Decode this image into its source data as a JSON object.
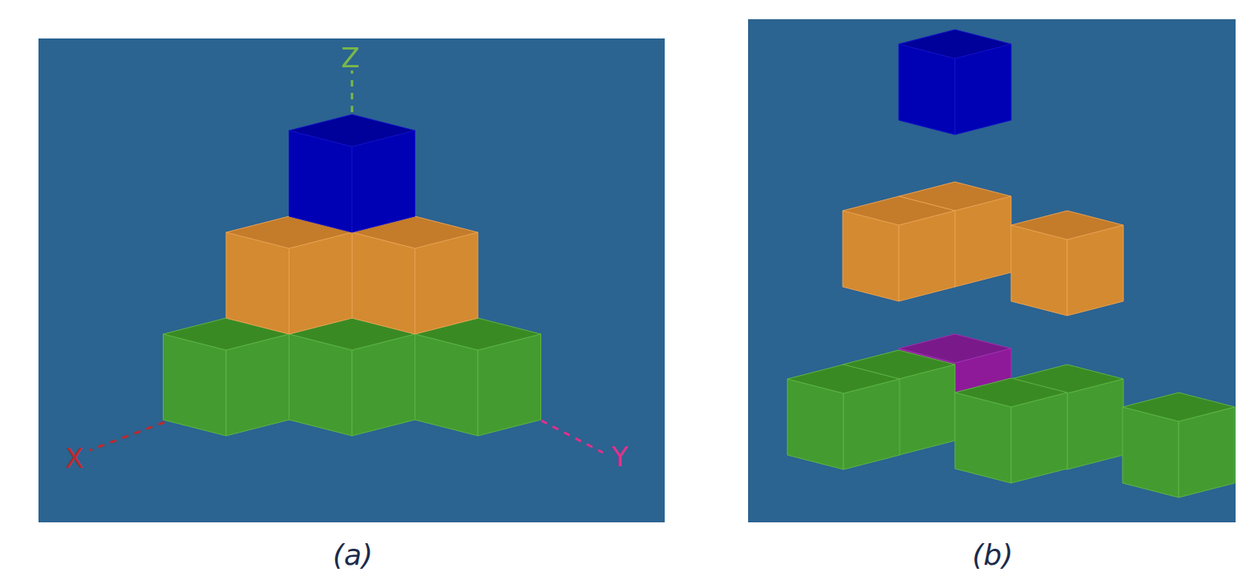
{
  "diagram": {
    "labels": [
      "Z",
      "X",
      "Y",
      "(a)",
      "(b)"
    ]
  }
}
